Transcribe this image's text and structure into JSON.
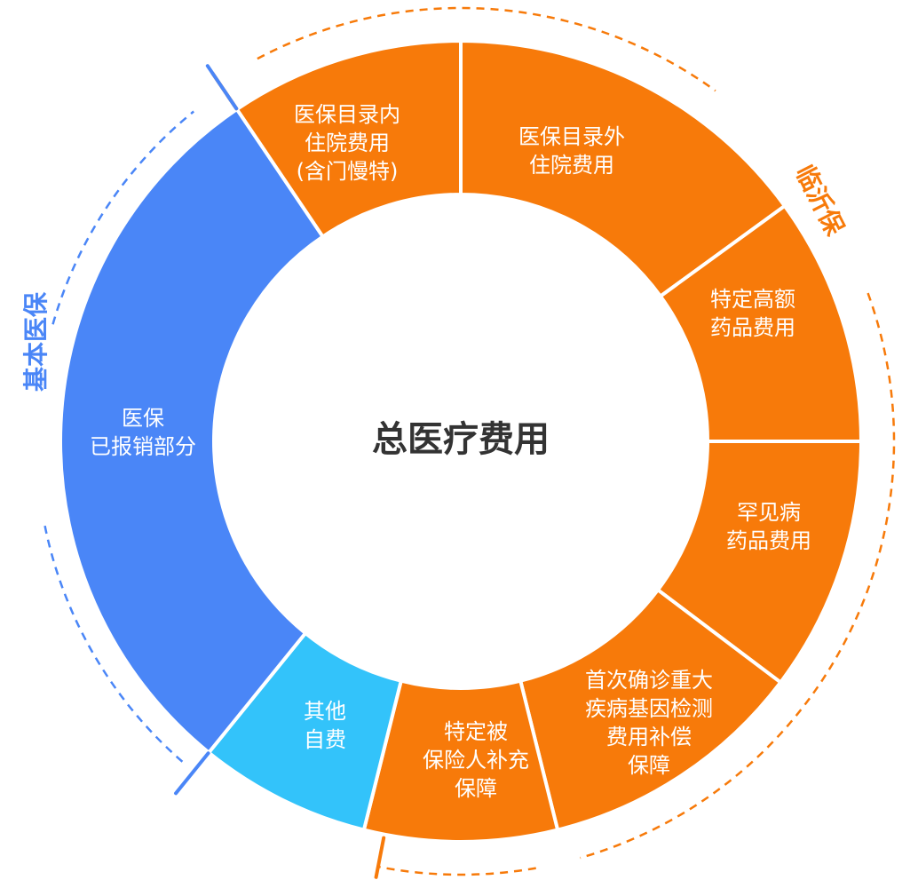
{
  "center": {
    "title": "总医疗费用"
  },
  "side_labels": {
    "basic": "基本医保",
    "linyi": "临沂保"
  },
  "colors": {
    "orange": "#F77A0A",
    "blue": "#4A86F7",
    "cyan": "#33C3FA",
    "divider": "#ffffff",
    "bracket_orange": "#F77A0A",
    "bracket_blue": "#4A86F7"
  },
  "segments": [
    {
      "id": "inpatient-in-catalog",
      "lines": [
        "医保目录内",
        "住院费用",
        "(含门慢特)"
      ],
      "color": "orange"
    },
    {
      "id": "inpatient-out-catalog",
      "lines": [
        "医保目录外",
        "住院费用"
      ],
      "color": "orange"
    },
    {
      "id": "high-cost-drugs",
      "lines": [
        "特定高额",
        "药品费用"
      ],
      "color": "orange"
    },
    {
      "id": "rare-disease-drugs",
      "lines": [
        "罕见病",
        "药品费用"
      ],
      "color": "orange"
    },
    {
      "id": "gene-test",
      "lines": [
        "首次确诊重大",
        "疾病基因检测",
        "费用补偿",
        "保障"
      ],
      "color": "orange"
    },
    {
      "id": "supplementary",
      "lines": [
        "特定被",
        "保险人补充",
        "保障"
      ],
      "color": "orange"
    },
    {
      "id": "self-pay",
      "lines": [
        "其他",
        "自费"
      ],
      "color": "cyan"
    },
    {
      "id": "reimbursed",
      "lines": [
        "医保",
        "已报销部分"
      ],
      "color": "blue"
    }
  ]
}
